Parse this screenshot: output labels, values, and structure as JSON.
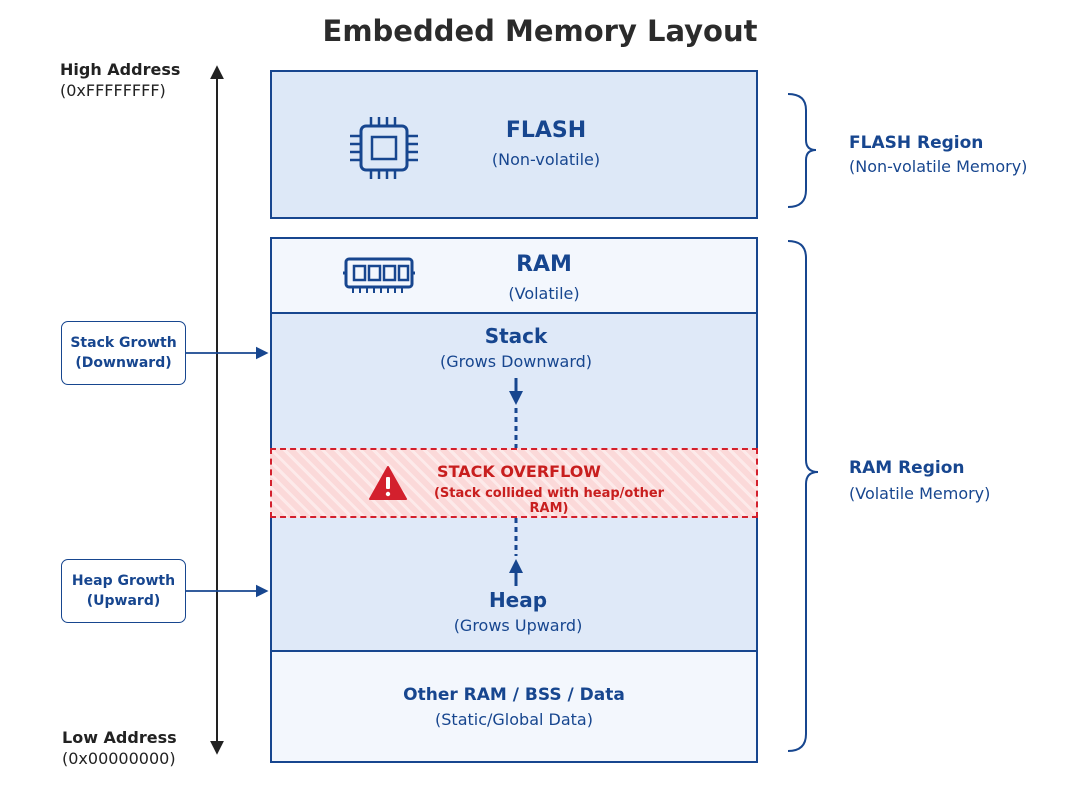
{
  "title": "Embedded Memory Layout",
  "address_axis": {
    "high_label": "High Address",
    "high_value": "(0xFFFFFFFF)",
    "low_label": "Low Address",
    "low_value": "(0x00000000)"
  },
  "flash": {
    "name": "FLASH",
    "subtitle": "(Non-volatile)",
    "icon": "chip-icon"
  },
  "ram": {
    "name": "RAM",
    "subtitle": "(Volatile)",
    "icon": "memory-module-icon"
  },
  "stack": {
    "name": "Stack",
    "subtitle": "(Grows Downward)"
  },
  "overflow": {
    "title": "STACK OVERFLOW",
    "subtitle": "(Stack collided with heap/other RAM)",
    "icon": "warning-icon"
  },
  "heap": {
    "name": "Heap",
    "subtitle": "(Grows Upward)"
  },
  "other_ram": {
    "name": "Other RAM / BSS / Data",
    "subtitle": "(Static/Global Data)"
  },
  "side_labels": {
    "stack_growth_line1": "Stack Growth",
    "stack_growth_line2": "(Downward)",
    "heap_growth_line1": "Heap Growth",
    "heap_growth_line2": "(Upward)"
  },
  "regions": {
    "flash_title": "FLASH Region",
    "flash_sub": "(Non-volatile Memory)",
    "ram_title": "RAM Region",
    "ram_sub": "(Volatile Memory)"
  },
  "colors": {
    "primary": "#17468f",
    "flash_fill": "#dde8f7",
    "ram_fill": "#f3f7fd",
    "stack_heap_fill": "#dfe9f8",
    "overflow_red": "#d3202d"
  }
}
